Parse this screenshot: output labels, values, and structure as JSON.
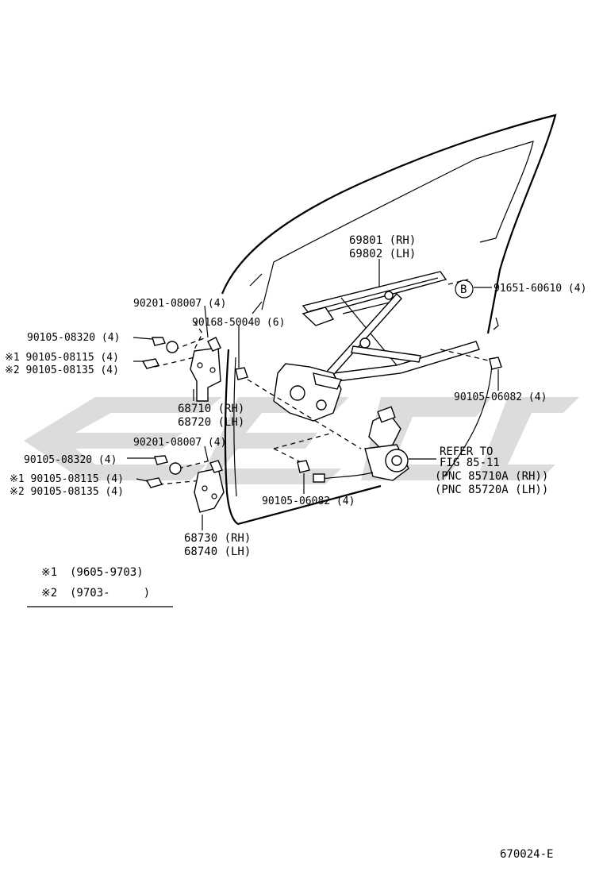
{
  "diagram": {
    "watermark_color": "#d6d6d6",
    "callouts": {
      "regulator_part_rh": "69801 (RH)",
      "regulator_part_lh": "69802 (LH)",
      "bolt_b": "91651-60610 (4)",
      "circle_ref": "B",
      "upper_screw": "90201-08007 (4)",
      "regulator_bolt": "90168-50040 (6)",
      "upper_washer": "90105-08320 (4)",
      "upper_bolt_1": "※1 90105-08115 (4)",
      "upper_bolt_2": "※2 90105-08135 (4)",
      "upper_hinge_rh": "68710 (RH)",
      "upper_hinge_lh": "68720 (LH)",
      "lower_screw": "90201-08007 (4)",
      "lower_washer": "90105-08320 (4)",
      "lower_bolt_1": "※1 90105-08115 (4)",
      "lower_bolt_2": "※2 90105-08135 (4)",
      "lower_hinge_rh": "68730 (RH)",
      "lower_hinge_lh": "68740 (LH)",
      "right_bolt": "90105-06082 (4)",
      "motor_bolt": "90105-06082 (4)",
      "refer_to": "REFER TO",
      "refer_fig": "FIG 85-11",
      "pnc_rh": "(PNC 85710A (RH))",
      "pnc_lh": "(PNC 85720A (LH))"
    },
    "legend": {
      "row1_mark": "※1",
      "row1_range": "(9605-9703)",
      "row2_mark": "※2",
      "row2_range": "(9703-     )"
    },
    "figure_code": "670024-E"
  }
}
